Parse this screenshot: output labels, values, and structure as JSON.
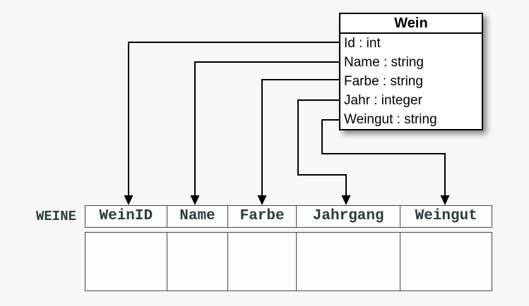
{
  "class_box": {
    "title": "Wein",
    "attributes": [
      "Id : int",
      "Name : string",
      "Farbe : string",
      "Jahr : integer",
      "Weingut : string"
    ]
  },
  "table": {
    "label": "WEINE",
    "columns": [
      "WeinID",
      "Name",
      "Farbe",
      "Jahrgang",
      "Weingut"
    ],
    "body_rows": 1
  },
  "mappings": [
    {
      "from": "Id",
      "to": "WeinID"
    },
    {
      "from": "Name",
      "to": "Name"
    },
    {
      "from": "Farbe",
      "to": "Farbe"
    },
    {
      "from": "Jahr",
      "to": "Jahrgang"
    },
    {
      "from": "Weingut",
      "to": "Weingut"
    }
  ],
  "colors": {
    "background": "#f7f7f8",
    "box_border": "#000000",
    "arrow": "#000000",
    "table_border": "#3d4a4d",
    "table_text": "#2c3c40"
  }
}
